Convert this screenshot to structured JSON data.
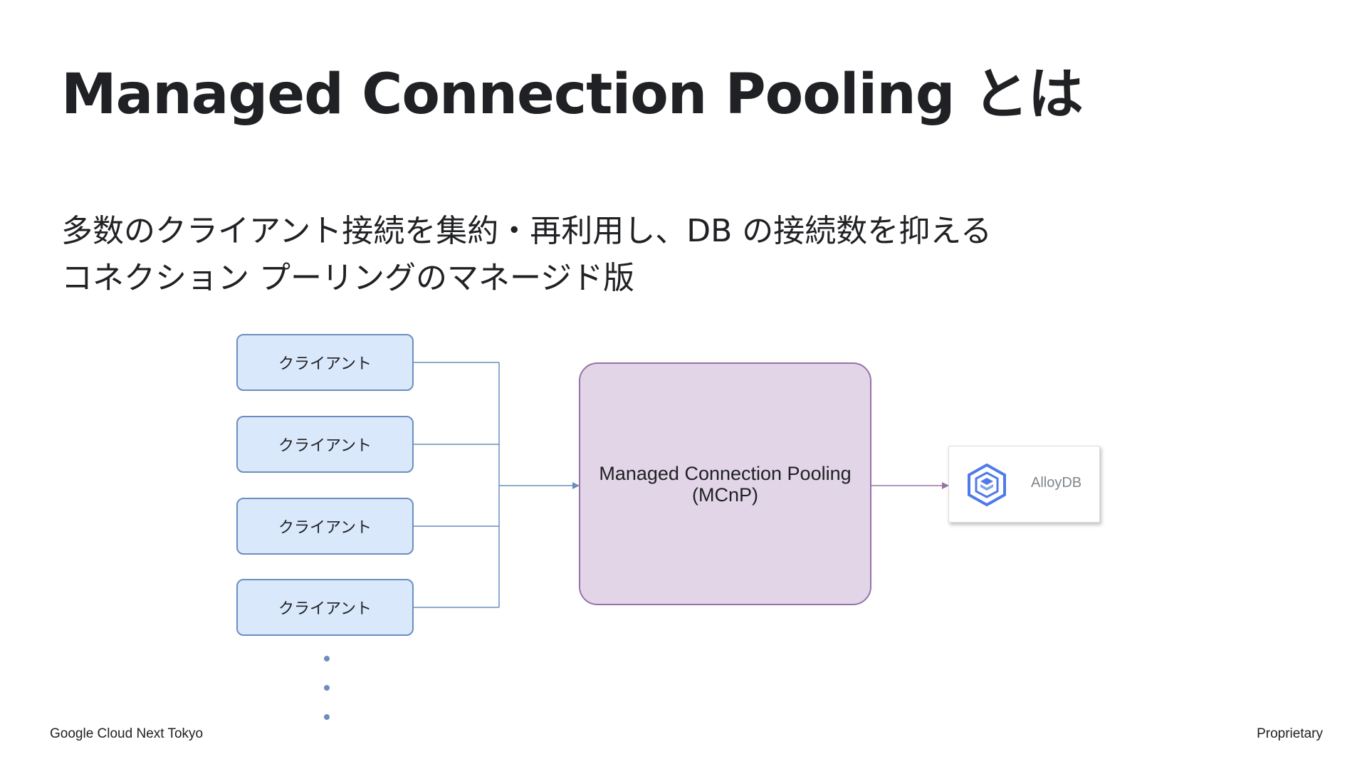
{
  "slide": {
    "title": "Managed Connection Pooling とは",
    "subtitle_lines": [
      "多数のクライアント接続を集約・再利用し、DB の接続数を抑える",
      "コネクション プーリングのマネージド版"
    ]
  },
  "diagram": {
    "clients": [
      "クライアント",
      "クライアント",
      "クライアント",
      "クライアント"
    ],
    "pooler": {
      "line1": "Managed Connection Pooling",
      "line2": "(MCnP)"
    },
    "database": {
      "label": "AlloyDB",
      "icon": "alloydb-icon"
    },
    "ellipsis_icon": "vertical-dots-icon",
    "colors": {
      "client_fill": "#dae8fc",
      "client_stroke": "#6c8ebf",
      "pooler_fill": "#e1d5e7",
      "pooler_stroke": "#9673a6",
      "alloydb_icon": "#4f7be8"
    }
  },
  "footer": {
    "left": "Google Cloud Next Tokyo",
    "right": "Proprietary"
  }
}
